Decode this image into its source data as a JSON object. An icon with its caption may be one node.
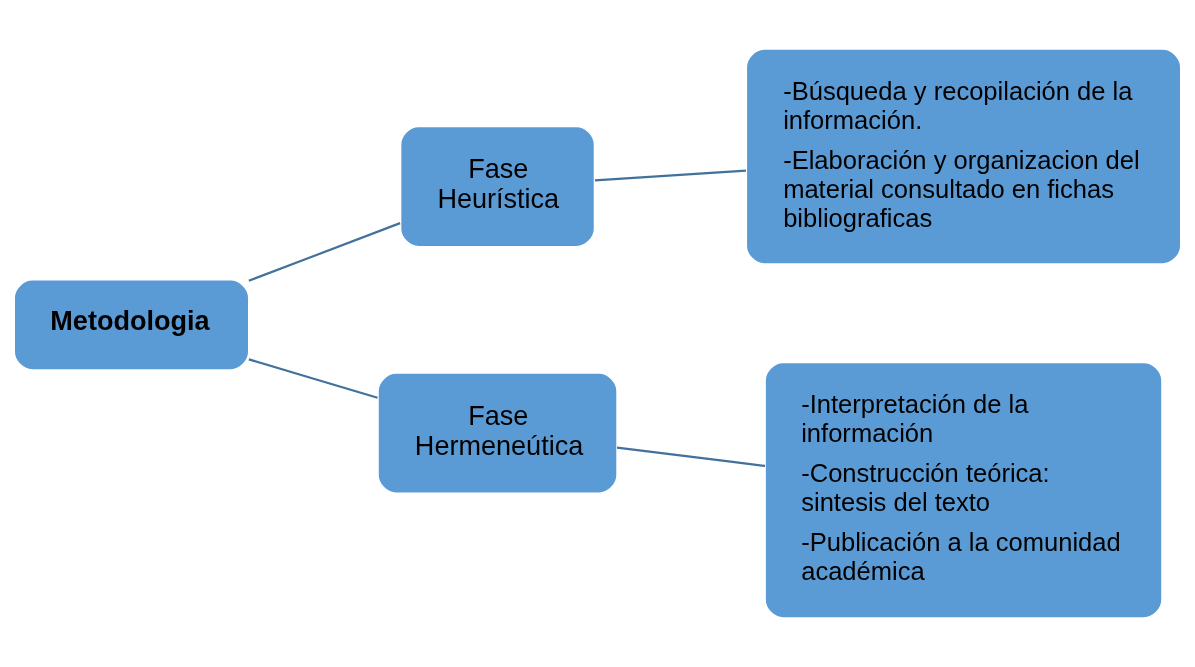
{
  "diagram": {
    "nodes": [
      {
        "text": [
          "Metodologia"
        ]
      },
      {
        "text": [
          "Fase Heurística"
        ]
      },
      {
        "text": [
          "-Búsqueda y recopilación de la información.",
          "-Elaboración y organizacion del material consultado en fichas bibliograficas"
        ]
      },
      {
        "text": [
          "Fase Hermeneútica"
        ]
      },
      {
        "text": [
          "-Interpretación de la información",
          "-Construcción teórica: sintesis del texto",
          "-Publicación a la comunidad académica"
        ]
      }
    ],
    "edges": [
      {
        "from": 0,
        "to": 1,
        "arrow": "none"
      },
      {
        "from": 1,
        "to": 2,
        "arrow": "none"
      },
      {
        "from": 0,
        "to": 3,
        "arrow": "none"
      },
      {
        "from": 3,
        "to": 4,
        "arrow": "none"
      }
    ]
  }
}
